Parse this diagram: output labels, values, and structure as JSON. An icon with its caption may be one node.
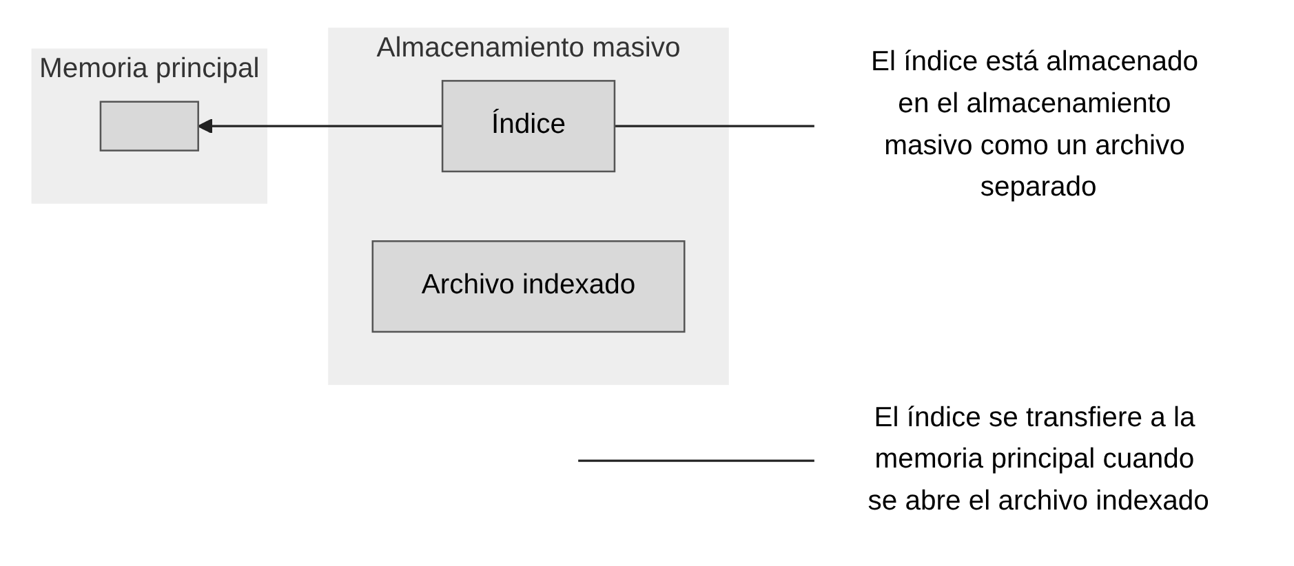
{
  "diagram": {
    "nodes": [
      {
        "text": [
          "Memoria principal"
        ]
      },
      {
        "text": [],
        "shape": "box",
        "in": 0
      },
      {
        "text": [
          "El índice se transfiere a la memoria principal cuando se abre el archivo indexado"
        ]
      },
      {
        "text": [
          "Almacenamiento masivo"
        ]
      },
      {
        "text": [
          "Índice"
        ],
        "in": 3
      },
      {
        "text": [
          "Archivo indexado"
        ],
        "in": 3
      },
      {
        "text": [
          "El índice está almacenado en el almacenamiento masivo como un archivo separado"
        ]
      }
    ],
    "edges": [
      {
        "from": 4,
        "to": 1,
        "arrow": "to"
      },
      {
        "from": 2,
        "to": null,
        "arrow": "none"
      },
      {
        "from": 6,
        "to": 4,
        "arrow": "none"
      }
    ]
  }
}
